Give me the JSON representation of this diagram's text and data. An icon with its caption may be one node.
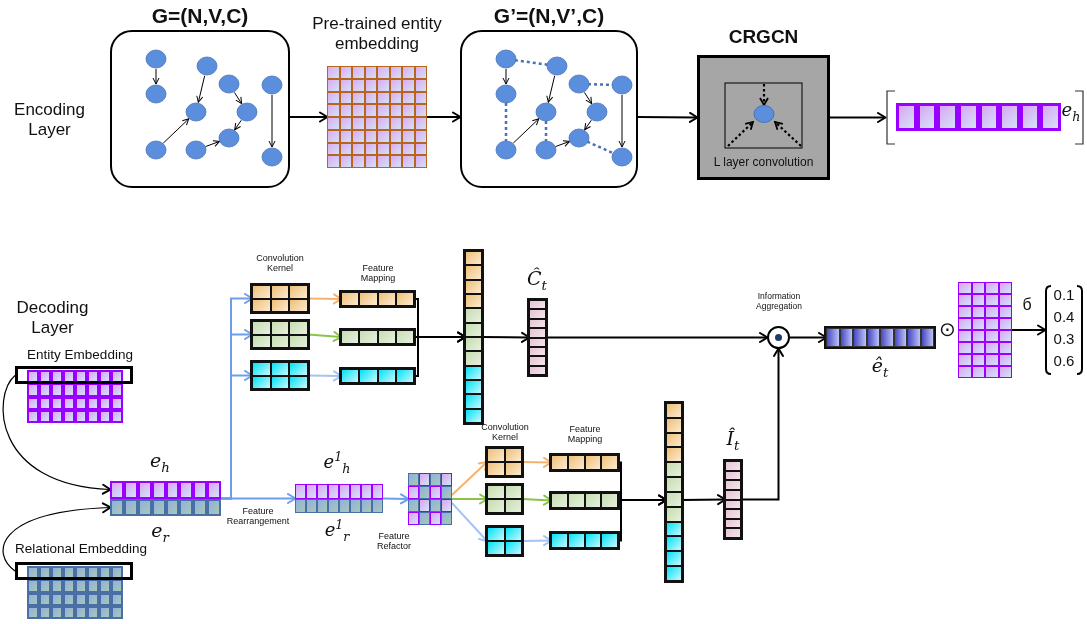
{
  "diagram": {
    "nodes": [
      {
        "text": [
          "G=(N,V,C)"
        ]
      },
      {
        "text": [
          "Pre-trained entity embedding"
        ]
      },
      {
        "text": [
          "G’=(N,V’,C)"
        ]
      },
      {
        "text": [
          "CRGCN",
          "L layer convolution"
        ]
      },
      {
        "text": [
          "*e*$_{h}$"
        ]
      },
      {
        "text": [
          "Entity Embedding"
        ]
      },
      {
        "text": [
          "Relational Embedding"
        ]
      },
      {
        "text": [
          "*e*$_{h}$",
          "*e*$_{r}$"
        ]
      },
      {
        "text": [
          "Convolution Kernel"
        ]
      },
      {
        "text": [],
        "shape": "box"
      },
      {
        "text": [],
        "shape": "box"
      },
      {
        "text": [
          "Feature Mapping"
        ]
      },
      {
        "text": [],
        "shape": "box"
      },
      {
        "text": [],
        "shape": "box"
      },
      {
        "text": [],
        "shape": "box"
      },
      {
        "text": [
          "*Ĉ*$_{t}$"
        ]
      },
      {
        "text": [
          "Information Aggregation"
        ]
      },
      {
        "text": [
          "*ê*$_{t}$"
        ]
      },
      {
        "text": [],
        "shape": "box"
      },
      {
        "text": [
          "0.1",
          "0.4",
          "0.3",
          "0.6"
        ]
      },
      {
        "text": [
          "*e*$^{1}$$_{h}$",
          "*e*$^{1}$$_{r}$"
        ]
      },
      {
        "text": [
          "Feature Refactor"
        ]
      },
      {
        "text": [
          "Convolution Kernel"
        ]
      },
      {
        "text": [],
        "shape": "box"
      },
      {
        "text": [],
        "shape": "box"
      },
      {
        "text": [
          "Feature Mapping"
        ]
      },
      {
        "text": [],
        "shape": "box"
      },
      {
        "text": [],
        "shape": "box"
      },
      {
        "text": [],
        "shape": "box"
      },
      {
        "text": [
          "*Î*$_{t}$"
        ]
      }
    ],
    "edges": [
      {
        "from": 0,
        "to": 1,
        "arrow": "to"
      },
      {
        "from": 1,
        "to": 2,
        "arrow": "to"
      },
      {
        "from": 2,
        "to": 3,
        "arrow": "to"
      },
      {
        "from": 3,
        "to": 4,
        "arrow": "to"
      },
      {
        "from": 5,
        "to": 7,
        "arrow": "to"
      },
      {
        "from": 6,
        "to": 7,
        "arrow": "to"
      },
      {
        "from": 7,
        "to": 8,
        "arrow": "to",
        "color": "#6d9eeb"
      },
      {
        "from": 7,
        "to": 9,
        "arrow": "to",
        "color": "#6d9eeb"
      },
      {
        "from": 7,
        "to": 10,
        "arrow": "to",
        "color": "#6d9eeb"
      },
      {
        "from": 8,
        "to": 11,
        "arrow": "to",
        "color": "#f6b26b"
      },
      {
        "from": 9,
        "to": 12,
        "arrow": "to",
        "color": "#8bc34a"
      },
      {
        "from": 10,
        "to": 13,
        "arrow": "to",
        "color": "#a4c2f4"
      },
      {
        "from": 11,
        "to": 14,
        "arrow": "to"
      },
      {
        "from": 12,
        "to": 14,
        "arrow": "to"
      },
      {
        "from": 13,
        "to": 14,
        "arrow": "to"
      },
      {
        "from": 14,
        "to": 15,
        "arrow": "to"
      },
      {
        "from": 15,
        "to": 16,
        "arrow": "to"
      },
      {
        "from": 7,
        "to": 20,
        "arrow": "to",
        "label": "Feature Rearrangement",
        "color": "#6d9eeb"
      },
      {
        "from": 20,
        "to": 21,
        "arrow": "to",
        "color": "#6d9eeb"
      },
      {
        "from": 21,
        "to": 22,
        "arrow": "to",
        "color": "#f6b26b"
      },
      {
        "from": 21,
        "to": 23,
        "arrow": "to",
        "color": "#8bc34a"
      },
      {
        "from": 21,
        "to": 24,
        "arrow": "to",
        "color": "#a4c2f4"
      },
      {
        "from": 22,
        "to": 25,
        "arrow": "to",
        "color": "#f6b26b"
      },
      {
        "from": 23,
        "to": 26,
        "arrow": "to",
        "color": "#8bc34a"
      },
      {
        "from": 24,
        "to": 27,
        "arrow": "to",
        "color": "#a4c2f4"
      },
      {
        "from": 25,
        "to": 28,
        "arrow": "to"
      },
      {
        "from": 26,
        "to": 28,
        "arrow": "to"
      },
      {
        "from": 27,
        "to": 28,
        "arrow": "to"
      },
      {
        "from": 28,
        "to": 29,
        "arrow": "to"
      },
      {
        "from": 29,
        "to": 16,
        "arrow": "to"
      },
      {
        "from": 16,
        "to": 17,
        "arrow": "to"
      },
      {
        "from": 18,
        "to": 19,
        "arrow": "to",
        "label": "б"
      }
    ],
    "labels": [
      "Encoding Layer",
      "Decoding Layer",
      "⊙"
    ]
  }
}
